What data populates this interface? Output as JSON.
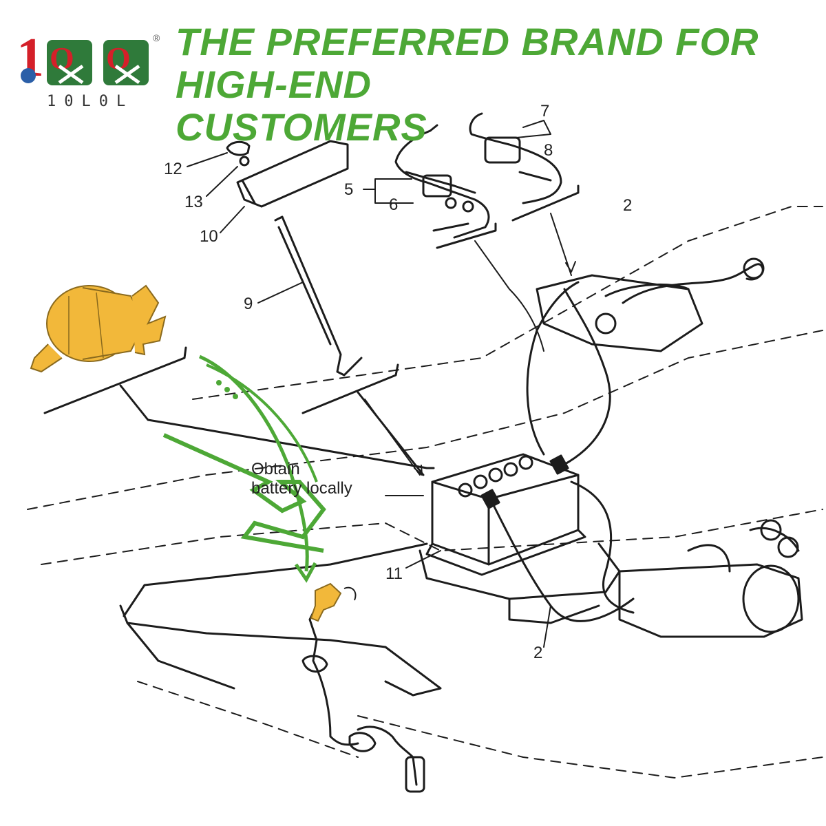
{
  "brand": {
    "logo_number": "10",
    "logo_registered": "®",
    "text": "10L0L",
    "primary_color": "#d42029",
    "secondary_color": "#2f7a3a"
  },
  "headline": {
    "line1": "THE PREFERRED BRAND FOR HIGH-END",
    "line2": "CUSTOMERS",
    "color": "#4da836"
  },
  "diagram": {
    "callout_line1": "Obtain",
    "callout_line2": "battery locally",
    "part_highlight_color": "#f2b83a",
    "arrow_color": "#4da836",
    "part_numbers": {
      "n2a": "2",
      "n2b": "2",
      "n5": "5",
      "n6": "6",
      "n7": "7",
      "n8": "8",
      "n9": "9",
      "n10": "10",
      "n11": "11",
      "n12": "12",
      "n13": "13"
    }
  }
}
